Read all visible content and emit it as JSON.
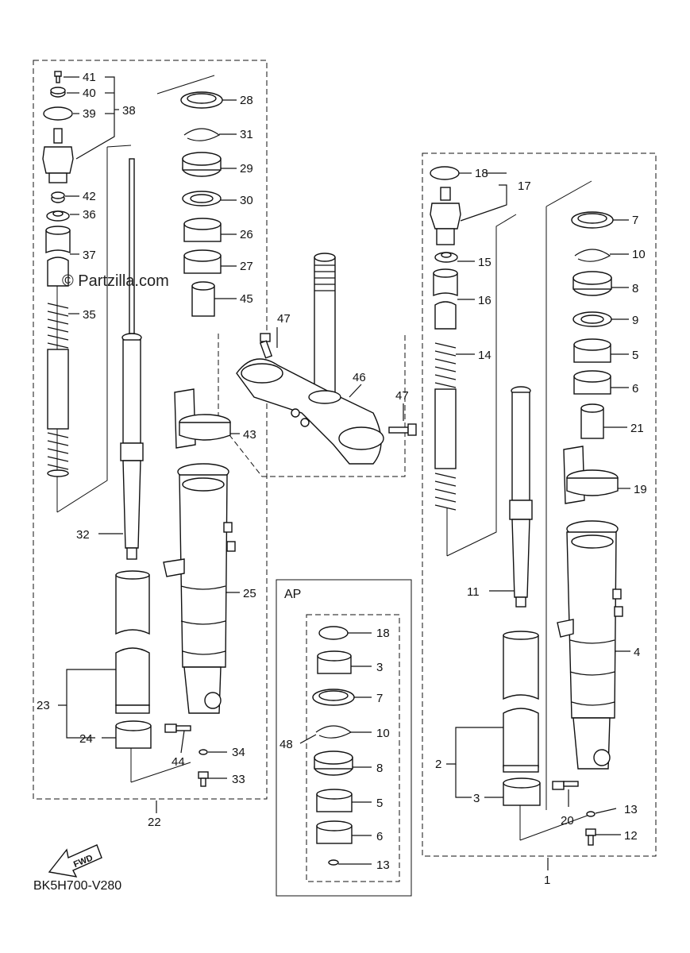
{
  "watermark": "© Partzilla.com",
  "diagram_code": "BK5H700-V280",
  "fwd_label": "FWD",
  "ap_box_title": "AP",
  "labels": {
    "p41": "41",
    "p40": "40",
    "p39": "39",
    "p38": "38",
    "p42": "42",
    "p36": "36",
    "p37": "37",
    "p35": "35",
    "p32": "32",
    "p23": "23",
    "p24": "24",
    "p22": "22",
    "p28": "28",
    "p31": "31",
    "p29": "29",
    "p30": "30",
    "p26": "26",
    "p27": "27",
    "p45": "45",
    "p43": "43",
    "p25": "25",
    "p44": "44",
    "p34": "34",
    "p33": "33",
    "p47a": "47",
    "p47b": "47",
    "p46": "46",
    "p18": "18",
    "p17": "17",
    "p15": "15",
    "p16": "16",
    "p14": "14",
    "p11": "11",
    "p2": "2",
    "p3": "3",
    "p20": "20",
    "p13": "13",
    "p12": "12",
    "p1": "1",
    "p7": "7",
    "p10": "10",
    "p8": "8",
    "p9": "9",
    "p5": "5",
    "p6": "6",
    "p21": "21",
    "p19": "19",
    "p4": "4",
    "ap18": "18",
    "ap3": "3",
    "ap7": "7",
    "ap10": "10",
    "ap48": "48",
    "ap8": "8",
    "ap5": "5",
    "ap6": "6",
    "ap13": "13"
  }
}
